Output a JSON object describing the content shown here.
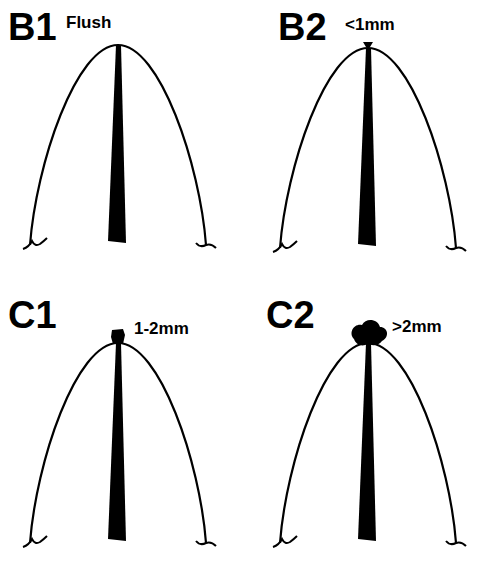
{
  "diagram": {
    "labels": [
      "B1",
      "Flush",
      "B2",
      "<1mm",
      "C1",
      "1-2mm",
      "C2",
      ">2mm"
    ]
  }
}
